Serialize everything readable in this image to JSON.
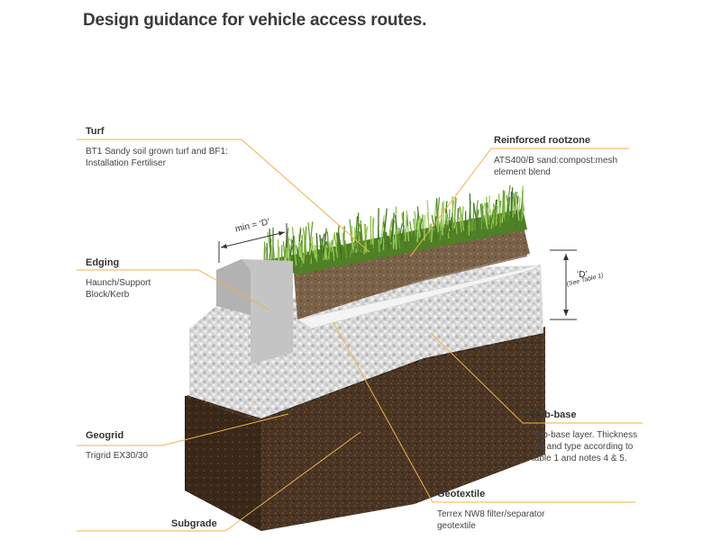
{
  "page": {
    "title": "Design guidance for vehicle access routes."
  },
  "layers": {
    "turf": {
      "heading": "Turf",
      "description": "BT1 Sandy soil grown turf and BF1:\nInstallation Fertiliser"
    },
    "rootzone": {
      "heading": "Reinforced rootzone",
      "description": "ATS400/B sand:compost:mesh\nelement blend"
    },
    "edging": {
      "heading": "Edging",
      "description": "Haunch/Support\nBlock/Kerb"
    },
    "geogrid": {
      "heading": "Geogrid",
      "description": "Trigrid EX30/30"
    },
    "subbase": {
      "heading": "Sub-base",
      "description": "Sub-base layer. Thickness\n(D) and type according to\ntable 1 and notes 4 & 5."
    },
    "geotextile": {
      "heading": "Geotextile",
      "description": "Terrex NW8 filter/separator\ngeotextile"
    },
    "subgrade": {
      "heading": "Subgrade",
      "description": ""
    }
  },
  "dimensions": {
    "min_d": "min = ‘D’",
    "d": "‘D’",
    "see_table": "(See Table 1)"
  },
  "colors": {
    "leader_line": "#f0b24a",
    "label_rule": "#f3c27a",
    "soil": "#4a3524",
    "gravel": "#d6d6d6",
    "turf": "#6aa236",
    "concrete": "#c9c9c9"
  }
}
